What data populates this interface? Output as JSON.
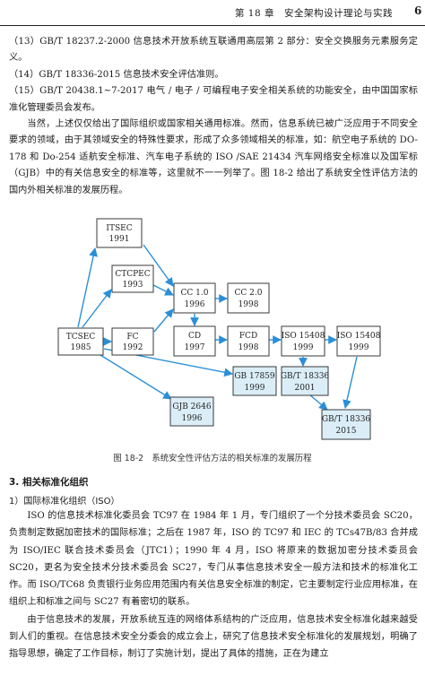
{
  "header": {
    "chapter_title": "第 18 章　安全架构设计理论与实践",
    "page_number": "6"
  },
  "top_paragraphs": [
    "（13）GB/T 18237.2-2000 信息技术开放系统互联通用高层第 2 部分：安全交换服务元素服务定义。",
    "（14）GB/T 18336-2015 信息技术安全评估准则。",
    "（15）GB/T 20438.1~7-2017 电气 / 电子 / 可编程电子安全相关系统的功能安全，由中国国家标准化管理委员会发布。",
    "当然，上述仅仅给出了国际组织或国家相关通用标准。然而，信息系统已被广泛应用于不同安全要求的领域，由于其领域安全的特殊性要求，形成了众多领域相关的标准，如：航空电子系统的 DO-178 和 Do-254 适航安全标准、汽车电子系统的 ISO /SAE 21434 汽车网络安全标准以及国军标（GJB）中的有关信息安全的标准等，这里就不一一列举了。图 18-2 给出了系统安全性评估方法的国内外相关标准的发展历程。"
  ],
  "diagram": {
    "nodes": {
      "itsec": {
        "name": "ITSEC",
        "year": "1991"
      },
      "ctcpec": {
        "name": "CTCPEC",
        "year": "1993"
      },
      "cc10": {
        "name": "CC 1.0",
        "year": "1996"
      },
      "cc20": {
        "name": "CC 2.0",
        "year": "1998"
      },
      "tcsec": {
        "name": "TCSEC",
        "year": "1985"
      },
      "fc": {
        "name": "FC",
        "year": "1992"
      },
      "cd": {
        "name": "CD",
        "year": "1997"
      },
      "fcd": {
        "name": "FCD",
        "year": "1998"
      },
      "iso1": {
        "name": "ISO 15408",
        "year": "1999"
      },
      "iso2": {
        "name": "ISO 15408",
        "year": "1999"
      },
      "gb17859": {
        "name": "GB 17859",
        "year": "1999"
      },
      "gbt2001": {
        "name": "GB/T 18336",
        "year": "2001"
      },
      "gjb": {
        "name": "GJB 2646",
        "year": "1996"
      },
      "gbt2015": {
        "name": "GB/T 18336",
        "year": "2015"
      }
    },
    "colors": {
      "border": "#3a3a3a",
      "arrow": "#2a8fd6",
      "highlight_fill": "#dbeef8"
    }
  },
  "caption": "图 18-2　系统安全性评估方法的相关标准的发展历程",
  "section_title": "3. 相关标准化组织",
  "subsection_title": "1）国际标准化组织（ISO）",
  "bottom_paragraphs": [
    "ISO 的信息技术标准化委员会 TC97 在 1984 年 1 月，专门组织了一个分技术委员会 SC20，负责制定数据加密技术的国际标准；之后在 1987 年，ISO 的 TC97 和 IEC 的 TCs47B/83 合并成为 ISO/IEC 联合技术委员会（JTC1）；1990 年 4 月，ISO 将原来的数据加密分技术委员会 SC20，更名为安全技术分技术委员会 SC27，专门从事信息技术安全一般方法和技术的标准化工作。而 ISO/TC68 负责银行业务应用范围内有关信息安全标准的制定，它主要制定行业应用标准，在组织上和标准之间与 SC27 有着密切的联系。",
    "由于信息技术的发展，开放系统互连的网络体系结构的广泛应用，信息技术安全标准化越来越受到人们的重视。在信息技术安全分委会的成立会上，研究了信息技术安全标准化的发展规划，明确了指导思想，确定了工作目标，制订了实施计划，提出了具体的措施，正在为建立"
  ]
}
